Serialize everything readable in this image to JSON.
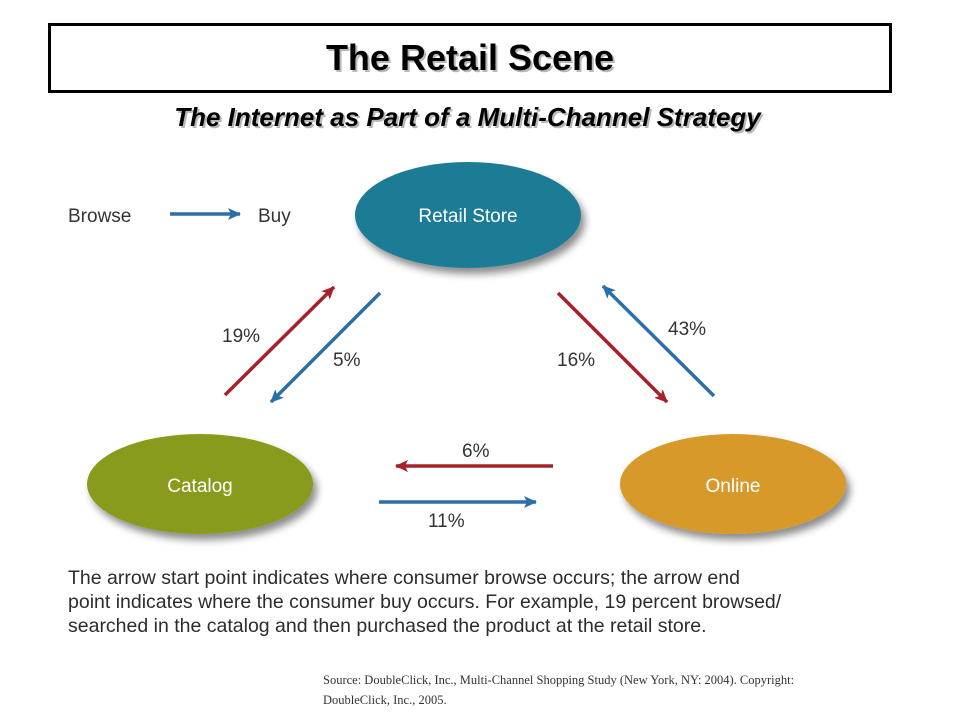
{
  "title": "The Retail Scene",
  "subtitle": "The Internet as Part of a Multi-Channel Strategy",
  "legend": {
    "from": "Browse",
    "to": "Buy"
  },
  "nodes": {
    "retail_store": "Retail Store",
    "catalog": "Catalog",
    "online": "Online"
  },
  "flows": [
    {
      "from": "Catalog",
      "to": "Retail Store",
      "percent": "19%"
    },
    {
      "from": "Retail Store",
      "to": "Catalog",
      "percent": "5%"
    },
    {
      "from": "Retail Store",
      "to": "Online",
      "percent": "16%"
    },
    {
      "from": "Online",
      "to": "Retail Store",
      "percent": "43%"
    },
    {
      "from": "Online",
      "to": "Catalog",
      "percent": "6%"
    },
    {
      "from": "Catalog",
      "to": "Online",
      "percent": "11%"
    }
  ],
  "colors": {
    "retail_store": "#1f7b95",
    "catalog": "#8a9a1a",
    "online": "#d79a2a",
    "arrow_red": "#a5222a",
    "arrow_blue": "#2a6fa8",
    "node_text": "#ffffff"
  },
  "caption_lines": [
    "The arrow start point indicates where consumer browse occurs; the arrow end",
    "point indicates where the consumer buy occurs. For example, 19 percent browsed/",
    "searched in the catalog and then purchased the product at the retail store."
  ],
  "source_lines": [
    "Source: DoubleClick, Inc., Multi-Channel Shopping Study (New York, NY: 2004). Copyright:",
    "DoubleClick, Inc., 2005."
  ]
}
